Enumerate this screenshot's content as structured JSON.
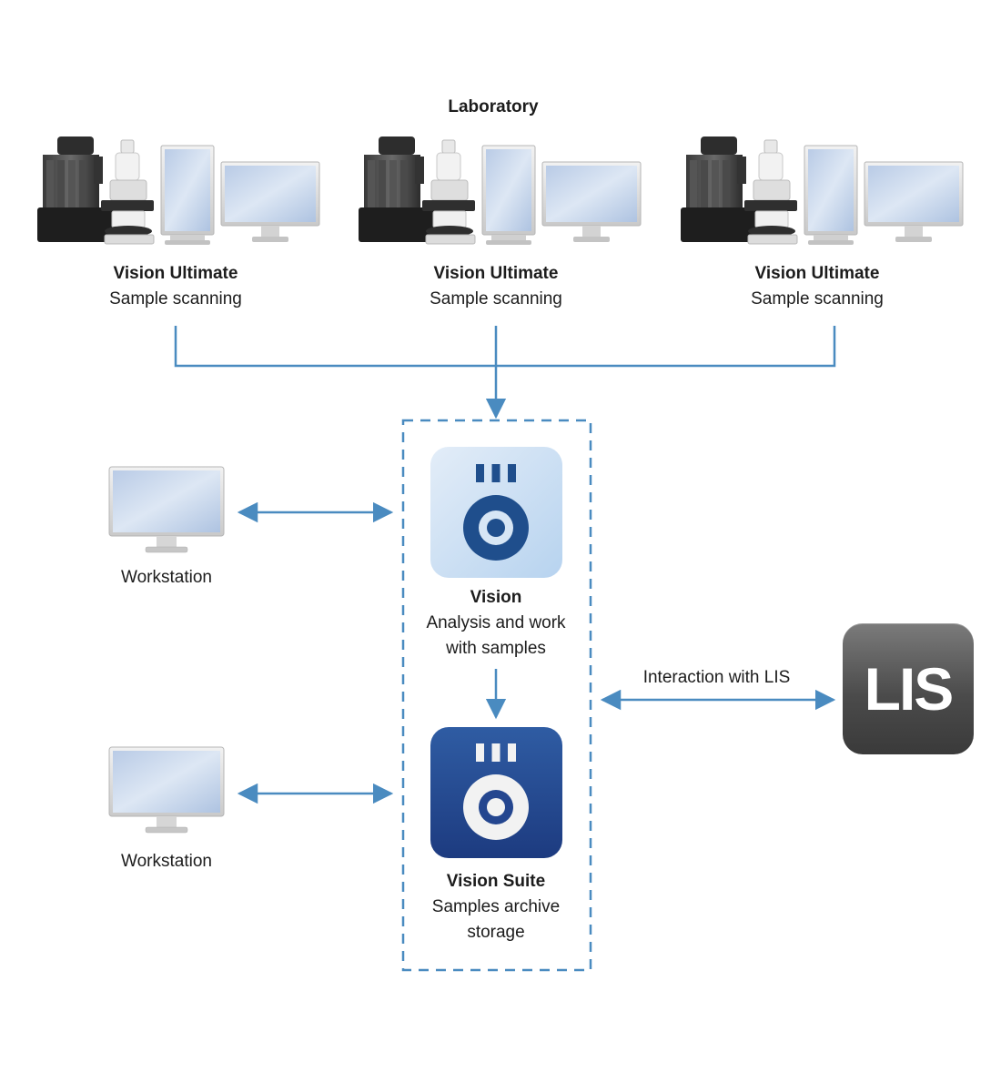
{
  "title": "Laboratory",
  "scanners": [
    {
      "name": "Vision Ultimate",
      "role": "Sample scanning"
    },
    {
      "name": "Vision Ultimate",
      "role": "Sample scanning"
    },
    {
      "name": "Vision Ultimate",
      "role": "Sample scanning"
    }
  ],
  "vision": {
    "name": "Vision",
    "line1": "Analysis and work",
    "line2": "with samples"
  },
  "suite": {
    "name": "Vision Suite",
    "line1": "Samples archive",
    "line2": "storage"
  },
  "workstations": [
    "Workstation",
    "Workstation"
  ],
  "lis": {
    "badge": "LIS",
    "caption": "Interaction with LIS"
  },
  "colors": {
    "connector": "#4a8bc0",
    "vision_icon": "#1f4e8c",
    "suite_bg": "#24468f"
  },
  "icons": {
    "scanner": "microscope-scanner-icon",
    "workstation": "monitor-icon",
    "vision": "vision-app-icon",
    "suite": "vision-suite-app-icon",
    "lis": "lis-tile-icon"
  }
}
